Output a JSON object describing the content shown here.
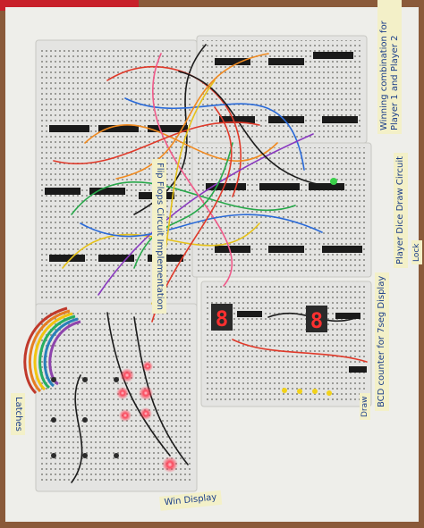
{
  "labels": {
    "left_top": "Flip Flops Circuit Implementation",
    "left_bottom": "Latches",
    "right_top": "Winning combination for Player 1 and Player 2",
    "right_mid": "Player Dice Draw Circuit",
    "right_bottom": "BCD counter for 7seg Display",
    "right_tiny": "Draw",
    "right_box": "Lock",
    "bottom": "Win Display"
  },
  "seven_segment": [
    "8",
    "8"
  ],
  "colors": {
    "board": "#eeeeea",
    "breadboard": "#e6e6e6",
    "note_paper": "#f3f0c8",
    "ink": "#1c3f8a",
    "led_red": "#ff3a50",
    "led_yellow": "#f2d21a"
  }
}
